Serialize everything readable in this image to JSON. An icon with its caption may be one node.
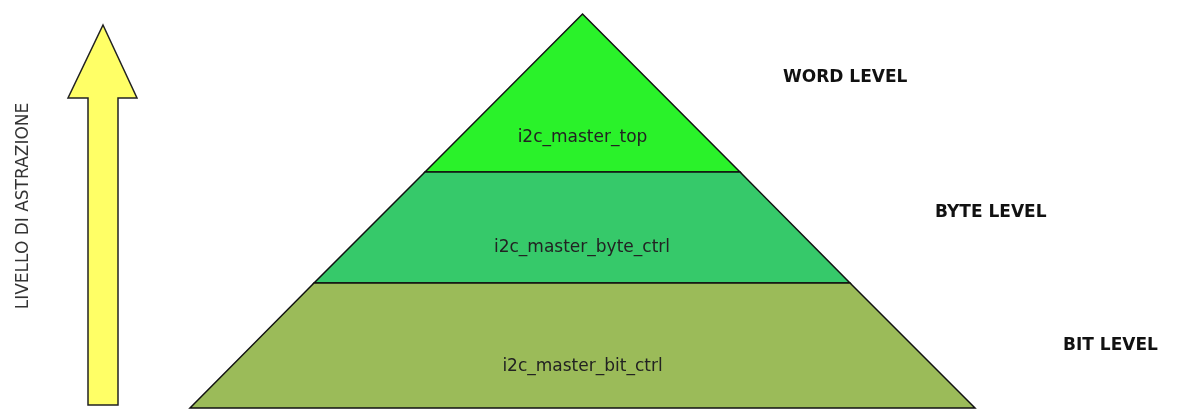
{
  "diagram": {
    "nodes": [
      {
        "text": [
          "i2c_master_top"
        ]
      },
      {
        "text": [
          "i2c_master_byte_ctrl"
        ]
      },
      {
        "text": [
          "i2c_master_bit_ctrl"
        ]
      }
    ],
    "labels": [
      "LIVELLO DI ASTRAZIONE",
      "WORD LEVEL",
      "BYTE LEVEL",
      "BIT LEVEL"
    ]
  }
}
